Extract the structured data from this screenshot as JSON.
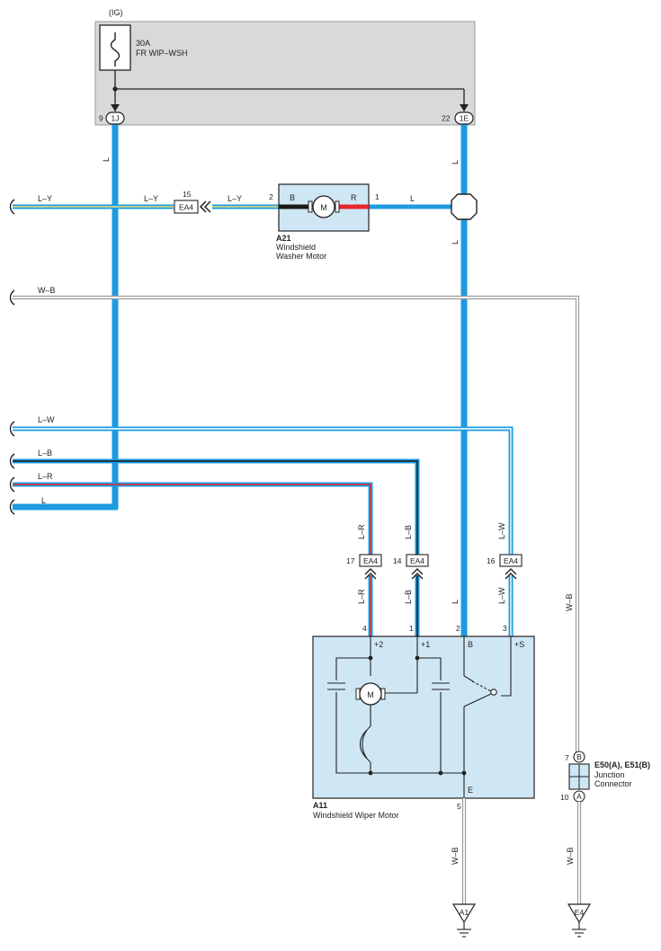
{
  "colors": {
    "blue": "#1e9be0",
    "red": "#e8262b",
    "yellow": "#e9e27a",
    "black": "#1a1a1a",
    "gray_box": "#d9d9d9",
    "light_blue_box": "#cfe7f5"
  },
  "fuse_block": {
    "ig_label": "(IG)",
    "fuse_rating": "30A",
    "fuse_name": "FR WIP–WSH",
    "conn_1j_pin": "9",
    "conn_1j_label": "1J",
    "conn_1e_pin": "22",
    "conn_1e_label": "1E"
  },
  "washer_motor": {
    "ref": "A21",
    "name_line1": "Windshield",
    "name_line2": "Washer Motor",
    "pin_b": "B",
    "pin_r": "R",
    "pin_b_num": "2",
    "pin_r_num": "1",
    "motor_symbol": "M"
  },
  "wiper_motor": {
    "ref": "A11",
    "name": "Windshield Wiper Motor",
    "term_plus2": "+2",
    "term_plus1": "+1",
    "term_b": "B",
    "term_plus_s": "+S",
    "term_e": "E",
    "pin_4": "4",
    "pin_1": "1",
    "pin_2": "2",
    "pin_3": "3",
    "pin_5": "5",
    "motor_symbol": "M"
  },
  "connectors": {
    "ea4_left": {
      "label": "EA4",
      "pin": "15"
    },
    "ea4_17": {
      "label": "EA4",
      "pin": "17"
    },
    "ea4_14": {
      "label": "EA4",
      "pin": "14"
    },
    "ea4_16": {
      "label": "EA4",
      "pin": "16"
    }
  },
  "junction": {
    "ref": "E50(A), E51(B)",
    "name_line1": "Junction",
    "name_line2": "Connector",
    "pin_top": "7",
    "pin_top_letter": "B",
    "pin_bottom": "10",
    "pin_bottom_letter": "A"
  },
  "grounds": {
    "g1": "A1",
    "g2": "E4"
  },
  "wire_labels": {
    "l_y": "L–Y",
    "l": "L",
    "w_b": "W–B",
    "l_w": "L–W",
    "l_b": "L–B",
    "l_r": "L–R"
  }
}
